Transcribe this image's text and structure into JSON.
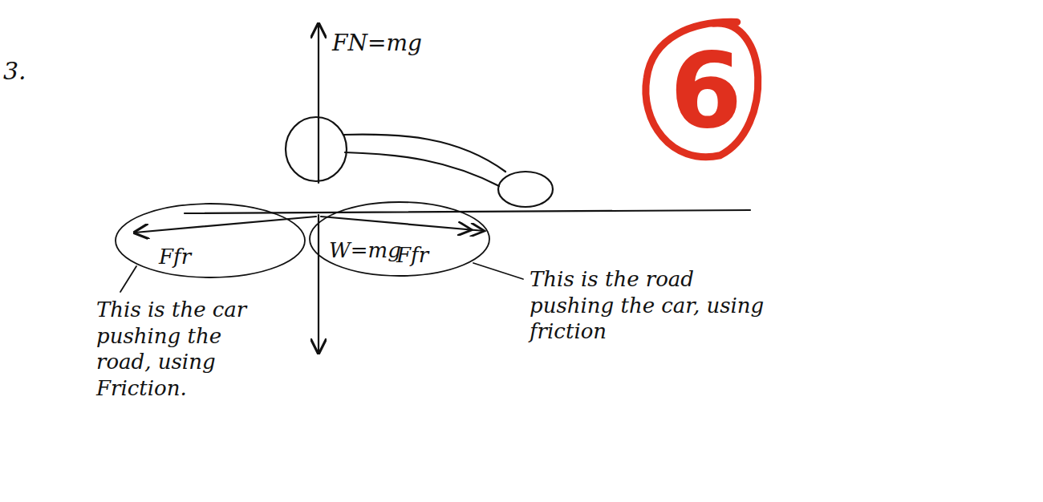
{
  "diagram": {
    "nodes": [
      {
        "text": [
          "6"
        ]
      }
    ],
    "labels": [
      "3.",
      "FN=mg",
      "Ffr",
      "W=mg",
      "Ffr",
      "This is the car pushing the road, using Friction.",
      "This is the road pushing the car, using friction"
    ]
  }
}
